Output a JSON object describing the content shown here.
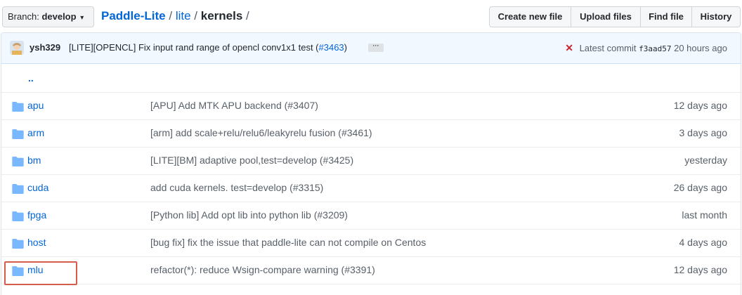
{
  "branch": {
    "prefix": "Branch:",
    "name": "develop",
    "caret": "▾"
  },
  "breadcrumb": {
    "repo": "Paddle-Lite",
    "sep1": "/",
    "dir1": "lite",
    "sep2": "/",
    "current": "kernels",
    "sep3": "/"
  },
  "actions": [
    {
      "label": "Create new file"
    },
    {
      "label": "Upload files"
    },
    {
      "label": "Find file"
    },
    {
      "label": "History"
    }
  ],
  "commit": {
    "author": "ysh329",
    "message": "[LITE][OPENCL] Fix input rand range of opencl conv1x1 test (",
    "pr": "#3463",
    "message_end": ")",
    "ellipsis": "···",
    "status_icon": "x-icon",
    "latest_label": "Latest commit",
    "sha": "f3aad57",
    "time": "20 hours ago"
  },
  "parent_dir": "..",
  "files": [
    {
      "name": "apu",
      "message": "[APU] Add MTK APU backend (#3407)",
      "age": "12 days ago"
    },
    {
      "name": "arm",
      "message": "[arm] add scale+relu/relu6/leakyrelu fusion (#3461)",
      "age": "3 days ago"
    },
    {
      "name": "bm",
      "message": "[LITE][BM] adaptive pool,test=develop (#3425)",
      "age": "yesterday"
    },
    {
      "name": "cuda",
      "message": "add cuda kernels. test=develop (#3315)",
      "age": "26 days ago"
    },
    {
      "name": "fpga",
      "message": "[Python lib] Add opt lib into python lib (#3209)",
      "age": "last month"
    },
    {
      "name": "host",
      "message": "[bug fix] fix the issue that paddle-lite can not compile on Centos",
      "age": "4 days ago"
    },
    {
      "name": "mlu",
      "message": "refactor(*): reduce Wsign-compare warning (#3391)",
      "age": "12 days ago"
    }
  ],
  "colors": {
    "link": "#0366d6",
    "highlight": "#d35c4a",
    "folder": "#79b8ff"
  }
}
